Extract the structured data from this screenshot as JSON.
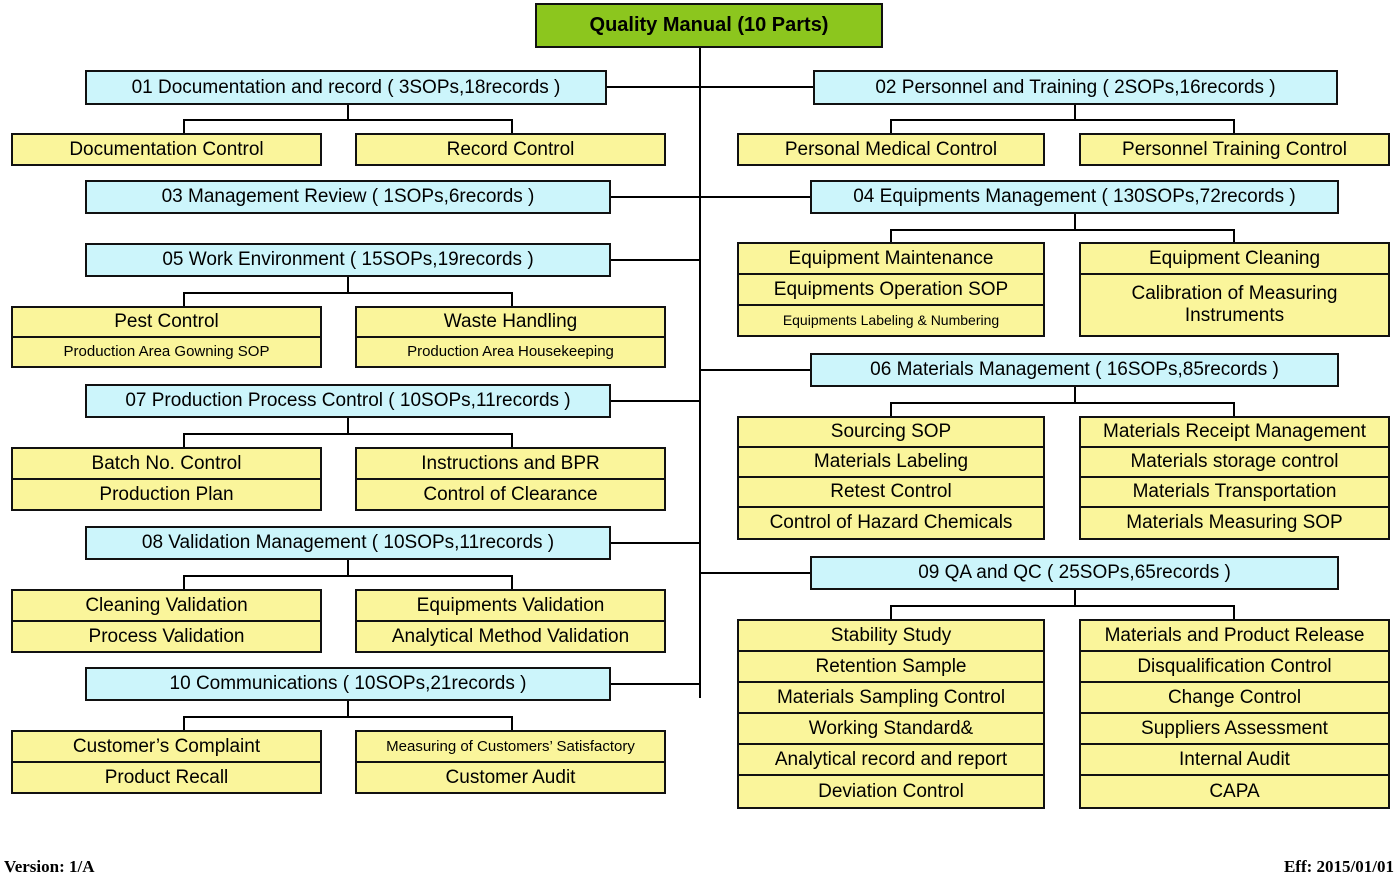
{
  "diagram": {
    "title": "Quality Manual (10 Parts)",
    "colors": {
      "root": "#8CC61E",
      "section": "#CCF5FB",
      "leaf": "#FAF59B",
      "border": "#111111",
      "background": "#FFFFFF"
    },
    "sections": [
      {
        "id": "01",
        "header": "01 Documentation and record ( 3SOPs,18records )",
        "left_children": [
          "Documentation Control"
        ],
        "right_children": [
          "Record Control"
        ]
      },
      {
        "id": "02",
        "header": "02 Personnel and Training ( 2SOPs,16records )",
        "left_children": [
          "Personal Medical Control"
        ],
        "right_children": [
          "Personnel Training Control"
        ]
      },
      {
        "id": "03",
        "header": "03 Management Review ( 1SOPs,6records )",
        "left_children": [],
        "right_children": []
      },
      {
        "id": "04",
        "header": "04 Equipments Management ( 130SOPs,72records )",
        "left_children": [
          "Equipment Maintenance",
          "Equipments Operation SOP",
          "Equipments Labeling & Numbering"
        ],
        "right_children": [
          "Equipment Cleaning",
          "Calibration of Measuring Instruments"
        ]
      },
      {
        "id": "05",
        "header": "05 Work Environment ( 15SOPs,19records )",
        "left_children": [
          "Pest Control",
          "Production Area Gowning SOP"
        ],
        "right_children": [
          "Waste Handling",
          "Production Area Housekeeping"
        ]
      },
      {
        "id": "06",
        "header": "06 Materials Management ( 16SOPs,85records )",
        "left_children": [
          "Sourcing SOP",
          "Materials Labeling",
          "Retest Control",
          "Control of Hazard Chemicals"
        ],
        "right_children": [
          "Materials Receipt Management",
          "Materials storage control",
          "Materials Transportation",
          "Materials Measuring SOP"
        ]
      },
      {
        "id": "07",
        "header": "07 Production Process Control ( 10SOPs,11records )",
        "left_children": [
          "Batch No. Control",
          "Production Plan"
        ],
        "right_children": [
          "Instructions and BPR",
          "Control of Clearance"
        ]
      },
      {
        "id": "08",
        "header": "08 Validation Management ( 10SOPs,11records )",
        "left_children": [
          "Cleaning Validation",
          "Process Validation"
        ],
        "right_children": [
          "Equipments Validation",
          "Analytical Method Validation"
        ]
      },
      {
        "id": "09",
        "header": "09 QA and QC ( 25SOPs,65records )",
        "left_children": [
          "Stability Study",
          "Retention Sample",
          "Materials Sampling Control",
          "Working Standard&",
          "Analytical record and report",
          "Deviation Control"
        ],
        "right_children": [
          "Materials and Product Release",
          "Disqualification Control",
          "Change Control",
          "Suppliers Assessment",
          "Internal Audit",
          "CAPA"
        ]
      },
      {
        "id": "10",
        "header": "10 Communications ( 10SOPs,21records )",
        "left_children": [
          "Customer’s Complaint",
          "Product Recall"
        ],
        "right_children": [
          "Measuring of Customers’ Satisfactory",
          "Customer Audit"
        ]
      }
    ]
  },
  "footer": {
    "version": "Version: 1/A",
    "effective": "Eff:  2015/01/01"
  }
}
